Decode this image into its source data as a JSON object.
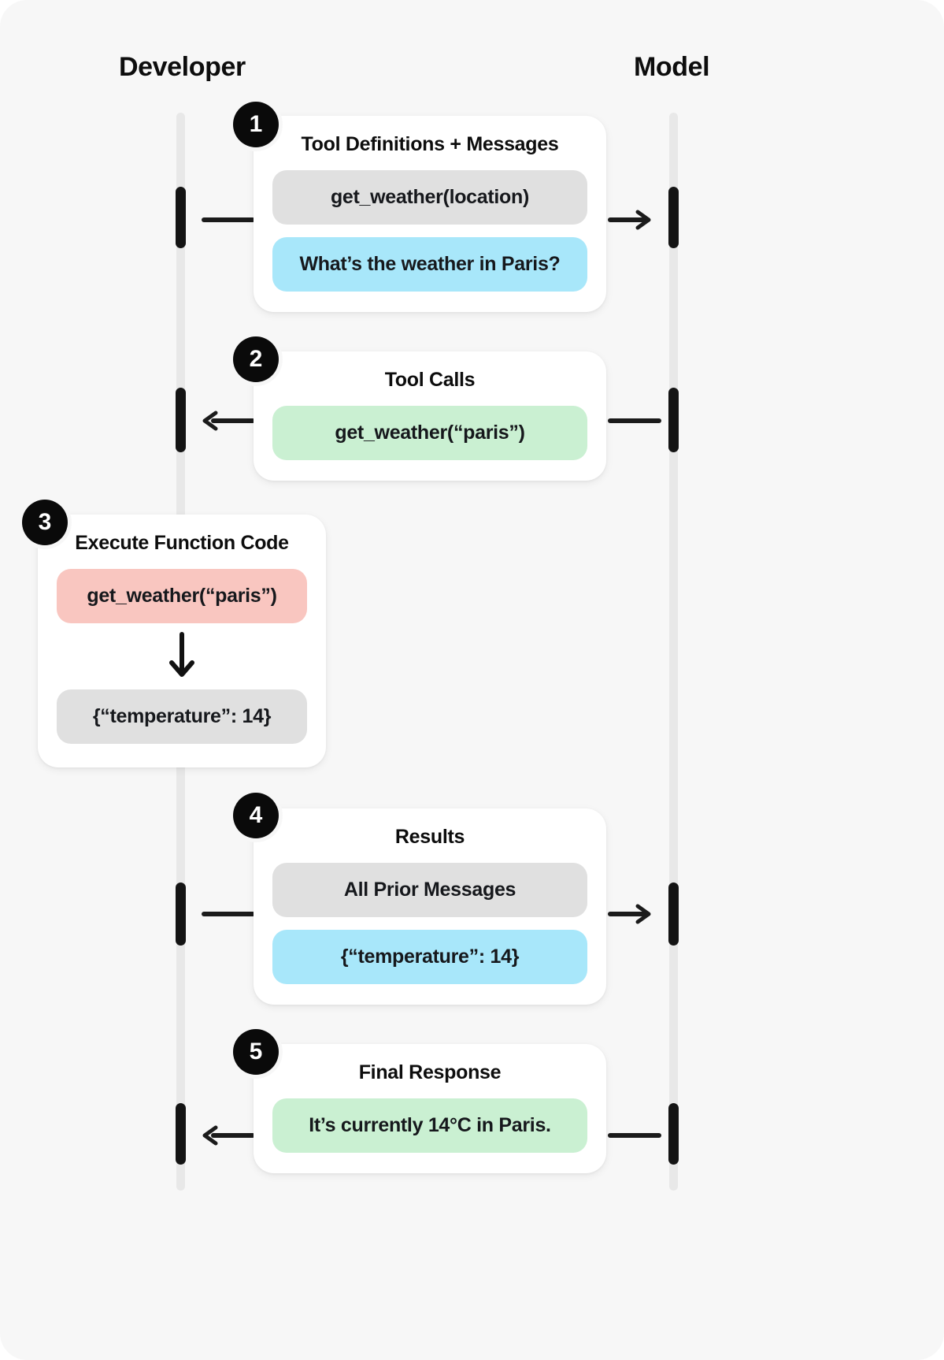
{
  "columns": {
    "developer": "Developer",
    "model": "Model"
  },
  "colors": {
    "background": "#f7f7f7",
    "card": "#ffffff",
    "lifeline": "#e8e8e8",
    "activation": "#141414",
    "badge": "#0a0a0a",
    "pill_gray": "#e0e0e0",
    "pill_blue": "#a8e7fa",
    "pill_green": "#caf0d2",
    "pill_pink": "#f9c6c0",
    "text": "#0d0d0d"
  },
  "steps": [
    {
      "number": "1",
      "title": "Tool Definitions + Messages",
      "direction": "developer-to-model",
      "items": [
        {
          "label": "get_weather(location)",
          "tone": "gray"
        },
        {
          "label": "What’s the weather in Paris?",
          "tone": "blue"
        }
      ]
    },
    {
      "number": "2",
      "title": "Tool Calls",
      "direction": "model-to-developer",
      "items": [
        {
          "label": "get_weather(“paris”)",
          "tone": "green"
        }
      ]
    },
    {
      "number": "3",
      "title": "Execute Function Code",
      "direction": "developer-local",
      "items": [
        {
          "label": "get_weather(“paris”)",
          "tone": "pink"
        },
        {
          "label": "{“temperature”: 14}",
          "tone": "gray"
        }
      ],
      "connector_icon": "down-arrow-icon"
    },
    {
      "number": "4",
      "title": "Results",
      "direction": "developer-to-model",
      "items": [
        {
          "label": "All Prior Messages",
          "tone": "gray"
        },
        {
          "label": "{“temperature”: 14}",
          "tone": "blue"
        }
      ]
    },
    {
      "number": "5",
      "title": "Final Response",
      "direction": "model-to-developer",
      "items": [
        {
          "label": "It’s currently 14°C in Paris.",
          "tone": "green"
        }
      ]
    }
  ]
}
